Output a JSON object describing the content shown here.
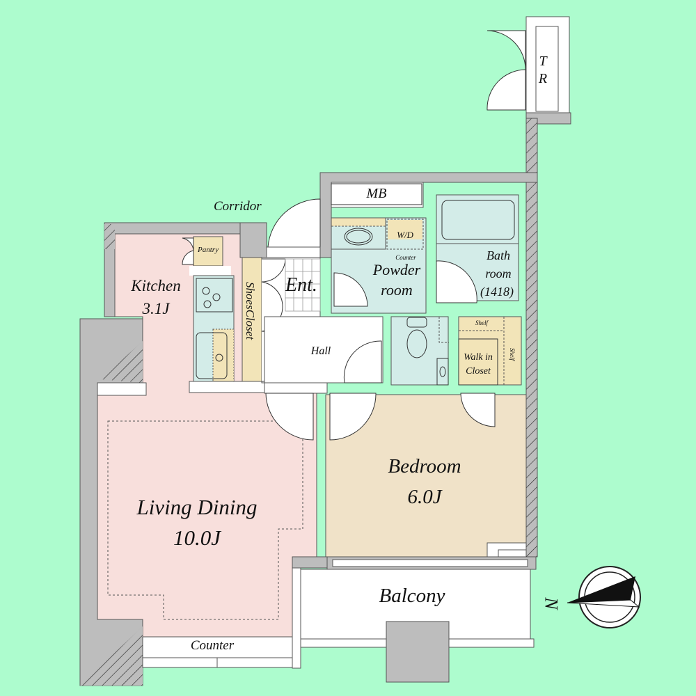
{
  "title": "1LDK floor plan",
  "colors": {
    "background": "#adfcce",
    "wall": "#bdbdbd",
    "living": "#f8dfdc",
    "bedroom": "#f0e2c8",
    "wet": "#d3ece8",
    "storage": "#f2e4b8",
    "white": "#ffffff"
  },
  "rooms": {
    "corridor": "Corridor",
    "mb": "MB",
    "tr_t": "T",
    "tr_r": "R",
    "pantry": "Pantry",
    "kitchen": "Kitchen",
    "kitchen_size": "3.1J",
    "shoes_closet": "ShoesCloset",
    "entrance": "Ent.",
    "hall": "Hall",
    "wd": "W/D",
    "counter_small": "Counter",
    "powder": "Powder",
    "powder2": "room",
    "bath": "Bath",
    "bath2": "room",
    "bath_size": "(1418)",
    "shelf_top": "Shelf",
    "shelf_side": "Shelf",
    "walkin": "Walk in",
    "walkin2": "Closet",
    "bedroom": "Bedroom",
    "bedroom_size": "6.0J",
    "living": "Living Dining",
    "living_size": "10.0J",
    "balcony": "Balcony",
    "counter": "Counter"
  },
  "compass": {
    "label": "N"
  }
}
